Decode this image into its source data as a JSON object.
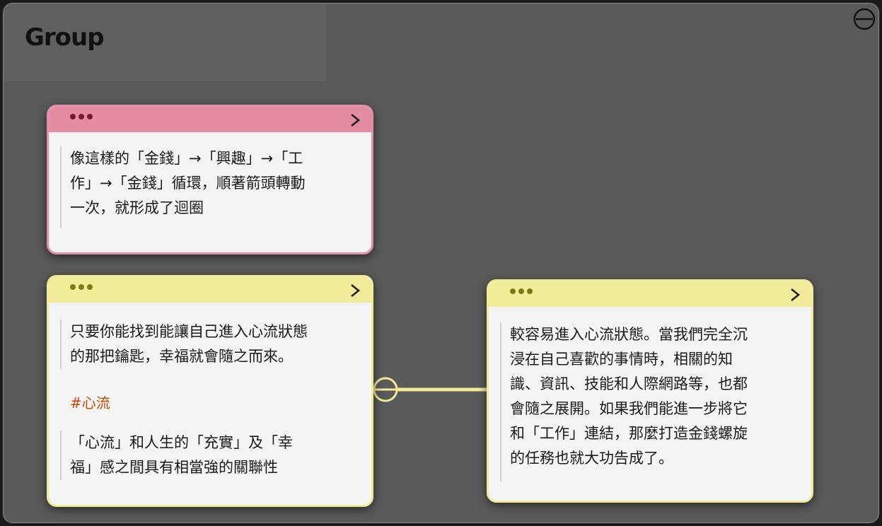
{
  "group": {
    "title": "Group"
  },
  "cards": [
    {
      "color": "#e48da2",
      "blocks": [
        "像這樣的「金錢」→「興趣」→「工作」→「金錢」循環，順著箭頭轉動一次，就形成了迴圈"
      ]
    },
    {
      "color": "#f2ec9a",
      "blocks": [
        "只要你能找到能讓自己進入心流狀態的那把鑰匙，幸福就會隨之而來。",
        "「心流」和人生的「充實」及「幸福」感之間具有相當強的關聯性"
      ],
      "tag": "#心流"
    },
    {
      "color": "#f2ec9a",
      "blocks": [
        "較容易進入心流狀態。當我們完全沉浸在自己喜歡的事情時，相關的知識、資訊、技能和人際網路等，也都會隨之展開。如果我們能進一步將它和「工作」連結，那麼打造金錢螺旋的任務也就大功告成了。"
      ]
    }
  ],
  "lines": {
    "card1": [
      "像這樣的「金錢」→「興趣」→「工",
      "作」→「金錢」循環，順著箭頭轉動",
      "一次，就形成了迴圈"
    ],
    "card2a": [
      "只要你能找到能讓自己進入心流狀態",
      "的那把鑰匙，幸福就會隨之而來。"
    ],
    "card2b": [
      "「心流」和人生的「充實」及「幸",
      "福」感之間具有相當強的關聯性"
    ],
    "card3": [
      "較容易進入心流狀態。當我們完全沉",
      "浸在自己喜歡的事情時，相關的知",
      "識、資訊、技能和人際網路等，也都",
      "會隨之展開。如果我們能進一步將它",
      "和「工作」連結，那麼打造金錢螺旋",
      "的任務也就大功告成了。"
    ]
  },
  "icons": {
    "collapse": "minus-circle-icon",
    "menu": "more-dots-icon",
    "expand": "chevron-right-icon",
    "link_toggle": "minus-circle-icon"
  },
  "colors": {
    "pink": "#e48da2",
    "yellow": "#f2ec9a",
    "tag": "#c84a00",
    "group_bg": "#5a5a5a"
  }
}
